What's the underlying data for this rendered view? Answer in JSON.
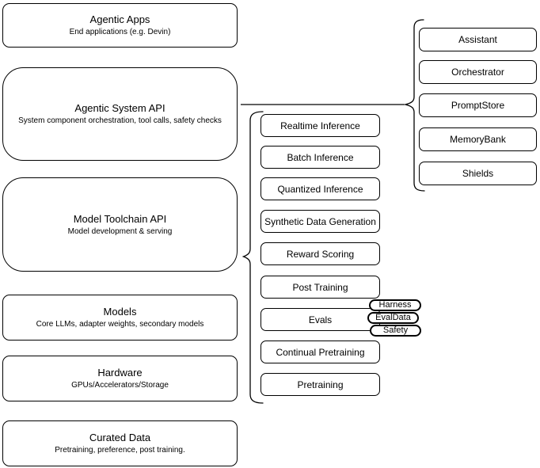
{
  "diagram": {
    "colors": {
      "stroke": "#000000",
      "fill": "#ffffff",
      "background": "#ffffff",
      "text": "#000000"
    },
    "stack": [
      {
        "title": "Agentic Apps",
        "subtitle": "End applications (e.g. Devin)"
      },
      {
        "title": "Agentic System API",
        "subtitle": "System component orchestration, tool calls, safety checks"
      },
      {
        "title": "Model Toolchain API",
        "subtitle": "Model development & serving"
      },
      {
        "title": "Models",
        "subtitle": "Core LLMs, adapter weights, secondary models"
      },
      {
        "title": "Hardware",
        "subtitle": "GPUs/Accelerators/Storage"
      },
      {
        "title": "Curated Data",
        "subtitle": "Pretraining, preference, post training."
      }
    ],
    "toolchain_items": [
      "Realtime Inference",
      "Batch Inference",
      "Quantized Inference",
      "Synthetic Data Generation",
      "Reward Scoring",
      "Post Training",
      "Evals",
      "Continual Pretraining",
      "Pretraining"
    ],
    "eval_tags": [
      "Harness",
      "EvalData",
      "Safety"
    ],
    "system_components": [
      "Assistant",
      "Orchestrator",
      "PromptStore",
      "MemoryBank",
      "Shields"
    ]
  }
}
